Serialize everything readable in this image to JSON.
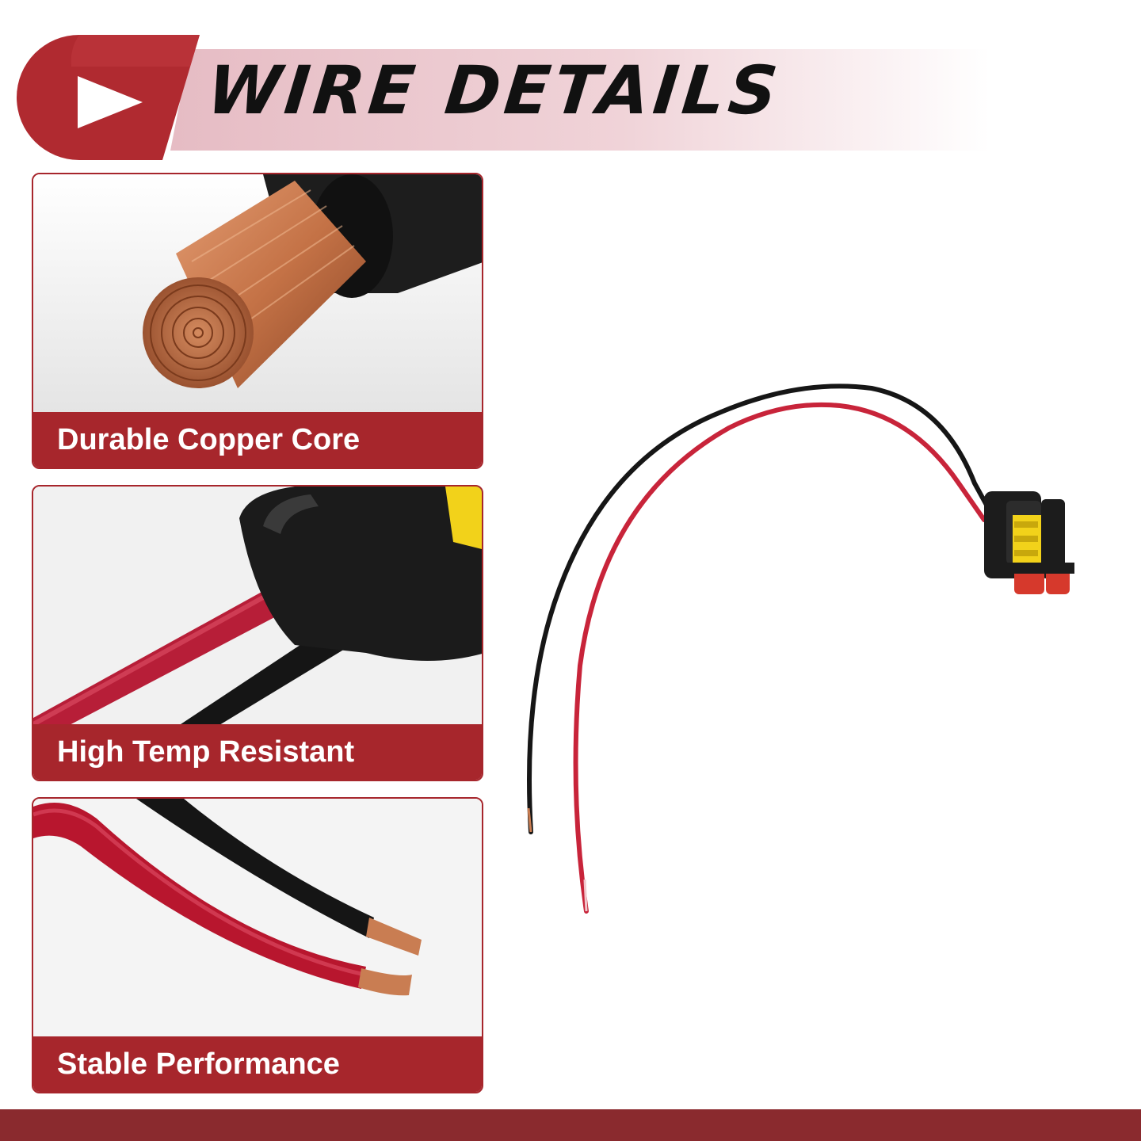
{
  "header": {
    "title": "WIRE DETAILS",
    "play_icon": "play-icon",
    "accent_color": "#a7262c"
  },
  "features": [
    {
      "label": "Durable Copper Core",
      "image": "copper-core-photo"
    },
    {
      "label": "High Temp Resistant",
      "image": "connector-closeup-photo"
    },
    {
      "label": "Stable Performance",
      "image": "stripped-wire-ends-photo"
    }
  ],
  "product": {
    "image": "wire-harness-connector-photo",
    "wire_colors": [
      "#c8243a",
      "#161616"
    ],
    "connector_colors": [
      "#1c1c1c",
      "#f2d21a",
      "#d6392c"
    ]
  }
}
